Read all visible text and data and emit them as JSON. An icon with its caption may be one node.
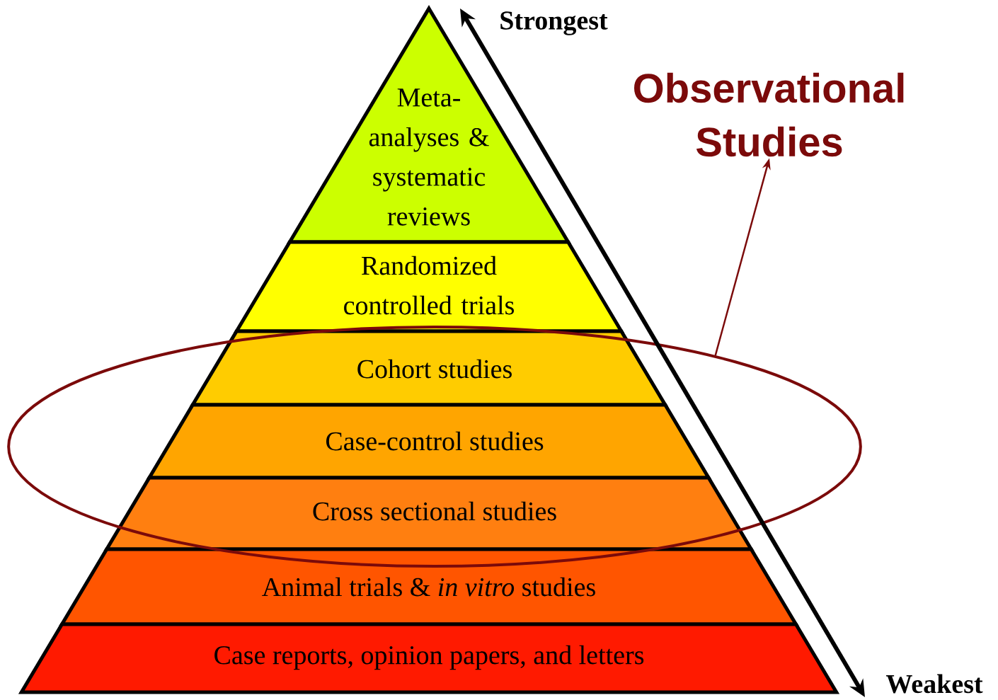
{
  "diagram": {
    "nodes": [
      {
        "text": [
          "Meta- analyses & systematic reviews"
        ]
      },
      {
        "text": [
          "Randomized controlled trials"
        ]
      },
      {
        "text": [],
        "shape": "ellipse"
      },
      {
        "text": [
          "Cohort studies"
        ],
        "in": 2
      },
      {
        "text": [
          "Case-control studies"
        ],
        "in": 2
      },
      {
        "text": [
          "Cross sectional studies"
        ],
        "in": 2
      },
      {
        "text": [
          "Animal trials & *in vitro* studies"
        ]
      },
      {
        "text": [
          "Case reports, opinion papers, and letters"
        ]
      },
      {
        "text": [
          "Observational Studies"
        ]
      }
    ],
    "edges": [
      {
        "from": 2,
        "to": 8,
        "arrow": "to",
        "color": "#7b0a0a"
      }
    ],
    "labels": [
      "Strongest",
      "Weakest"
    ]
  }
}
